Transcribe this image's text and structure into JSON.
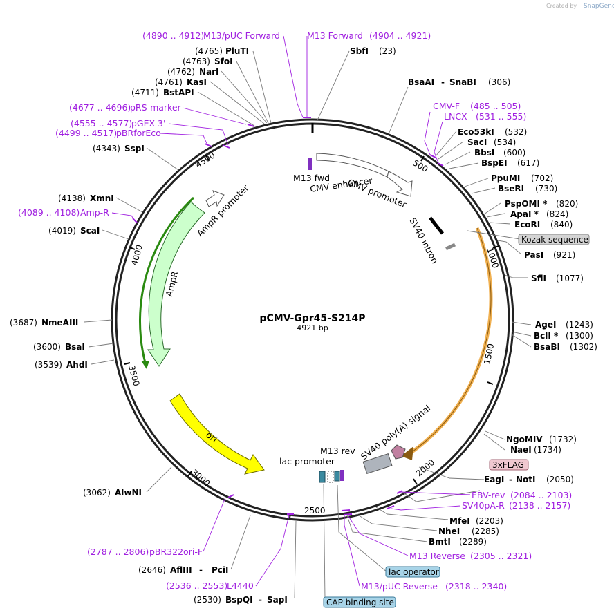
{
  "header": {
    "credit": "Created by",
    "brand": "SnapGene"
  },
  "plasmid": {
    "name": "pCMV-Gpr45-S214P",
    "size_label": "4921 bp"
  },
  "ticks": [
    "500",
    "1000",
    "1500",
    "2000",
    "2500",
    "3000",
    "3500",
    "4000",
    "4500"
  ],
  "enzymes": [
    {
      "pos": "(4765)",
      "name": "PluTI"
    },
    {
      "pos": "(4763)",
      "name": "SfoI"
    },
    {
      "pos": "(4762)",
      "name": "NarI"
    },
    {
      "pos": "(4761)",
      "name": "KasI"
    },
    {
      "pos": "(4711)",
      "name": "BstAPI"
    },
    {
      "pos": "(4343)",
      "name": "SspI"
    },
    {
      "pos": "(4138)",
      "name": "XmnI"
    },
    {
      "pos": "(4019)",
      "name": "ScaI"
    },
    {
      "pos": "(3687)",
      "name": "NmeAIII"
    },
    {
      "pos": "(3600)",
      "name": "BsaI"
    },
    {
      "pos": "(3539)",
      "name": "AhdI"
    },
    {
      "pos": "(3062)",
      "name": "AlwNI"
    },
    {
      "pos": "(2646)",
      "name": "AflIII",
      "name2": "PciI"
    },
    {
      "pos": "(2530)",
      "name": "BspQI",
      "name2": "SapI"
    },
    {
      "name": "SbfI",
      "pos": "(23)"
    },
    {
      "name": "BsaAI",
      "name2": "SnaBI",
      "pos": "(306)"
    },
    {
      "name": "Eco53kI",
      "pos": "(532)"
    },
    {
      "name": "SacI",
      "pos": "(534)"
    },
    {
      "name": "BbsI",
      "pos": "(600)"
    },
    {
      "name": "BspEI",
      "pos": "(617)"
    },
    {
      "name": "PpuMI",
      "pos": "(702)"
    },
    {
      "name": "BseRI",
      "pos": "(730)"
    },
    {
      "name": "PspOMI *",
      "pos": "(820)"
    },
    {
      "name": "ApaI *",
      "pos": "(824)"
    },
    {
      "name": "EcoRI",
      "pos": "(840)"
    },
    {
      "name": "PasI",
      "pos": "(921)"
    },
    {
      "name": "SfiI",
      "pos": "(1077)"
    },
    {
      "name": "AgeI",
      "pos": "(1243)"
    },
    {
      "name": "BclI *",
      "pos": "(1300)"
    },
    {
      "name": "BsaBI",
      "pos": "(1302)"
    },
    {
      "name": "NgoMIV",
      "pos": "(1732)"
    },
    {
      "name": "NaeI",
      "pos": "(1734)"
    },
    {
      "name": "EagI",
      "name2": "NotI",
      "pos": "(2050)"
    },
    {
      "name": "MfeI",
      "pos": "(2203)"
    },
    {
      "name": "NheI",
      "pos": "(2285)"
    },
    {
      "name": "BmtI",
      "pos": "(2289)"
    }
  ],
  "primers": [
    {
      "range": "(4890 .. 4912)",
      "name": "M13/pUC Forward"
    },
    {
      "name": "M13 Forward",
      "range": "(4904 .. 4921)"
    },
    {
      "range": "(4677 .. 4696)",
      "name": "pRS-marker"
    },
    {
      "range": "(4555 .. 4577)",
      "name": "pGEX 3'"
    },
    {
      "range": "(4499 .. 4517)",
      "name": "pBRforEco"
    },
    {
      "range": "(4089 .. 4108)",
      "name": "Amp-R"
    },
    {
      "range": "(2787 .. 2806)",
      "name": "pBR322ori-F"
    },
    {
      "range": "(2536 .. 2553)",
      "name": "L4440"
    },
    {
      "name": "CMV-F",
      "range": "(485 .. 505)"
    },
    {
      "name": "LNCX",
      "range": "(531 .. 555)"
    },
    {
      "name": "EBV-rev",
      "range": "(2084 .. 2103)"
    },
    {
      "name": "SV40pA-R",
      "range": "(2138 .. 2157)"
    },
    {
      "name": "M13 Reverse",
      "range": "(2305 .. 2321)"
    },
    {
      "name": "M13/pUC Reverse",
      "range": "(2318 .. 2340)"
    }
  ],
  "boxed_labels": [
    "Kozak sequence",
    "3xFLAG",
    "lac operator",
    "CAP binding site"
  ],
  "features": {
    "m13_fwd": "M13 fwd",
    "cmv_enhancer": "CMV enhancer",
    "cmv_promoter": "CMV promoter",
    "sv40_intron": "SV40 intron",
    "ampr_promoter": "AmpR promoter",
    "ampr": "AmpR",
    "ori": "ori",
    "lac_promoter": "lac promoter",
    "m13_rev": "M13 rev",
    "sv40_polya": "SV40 poly(A) signal"
  },
  "colors": {
    "primer": "#a020e0",
    "ampr": "#ccffcc",
    "ori": "#ffff00",
    "orf_orange": "#f0b050",
    "polya": "#c080a0",
    "lac_box": "#a8d4e8",
    "flag_box": "#f0c8d0"
  }
}
